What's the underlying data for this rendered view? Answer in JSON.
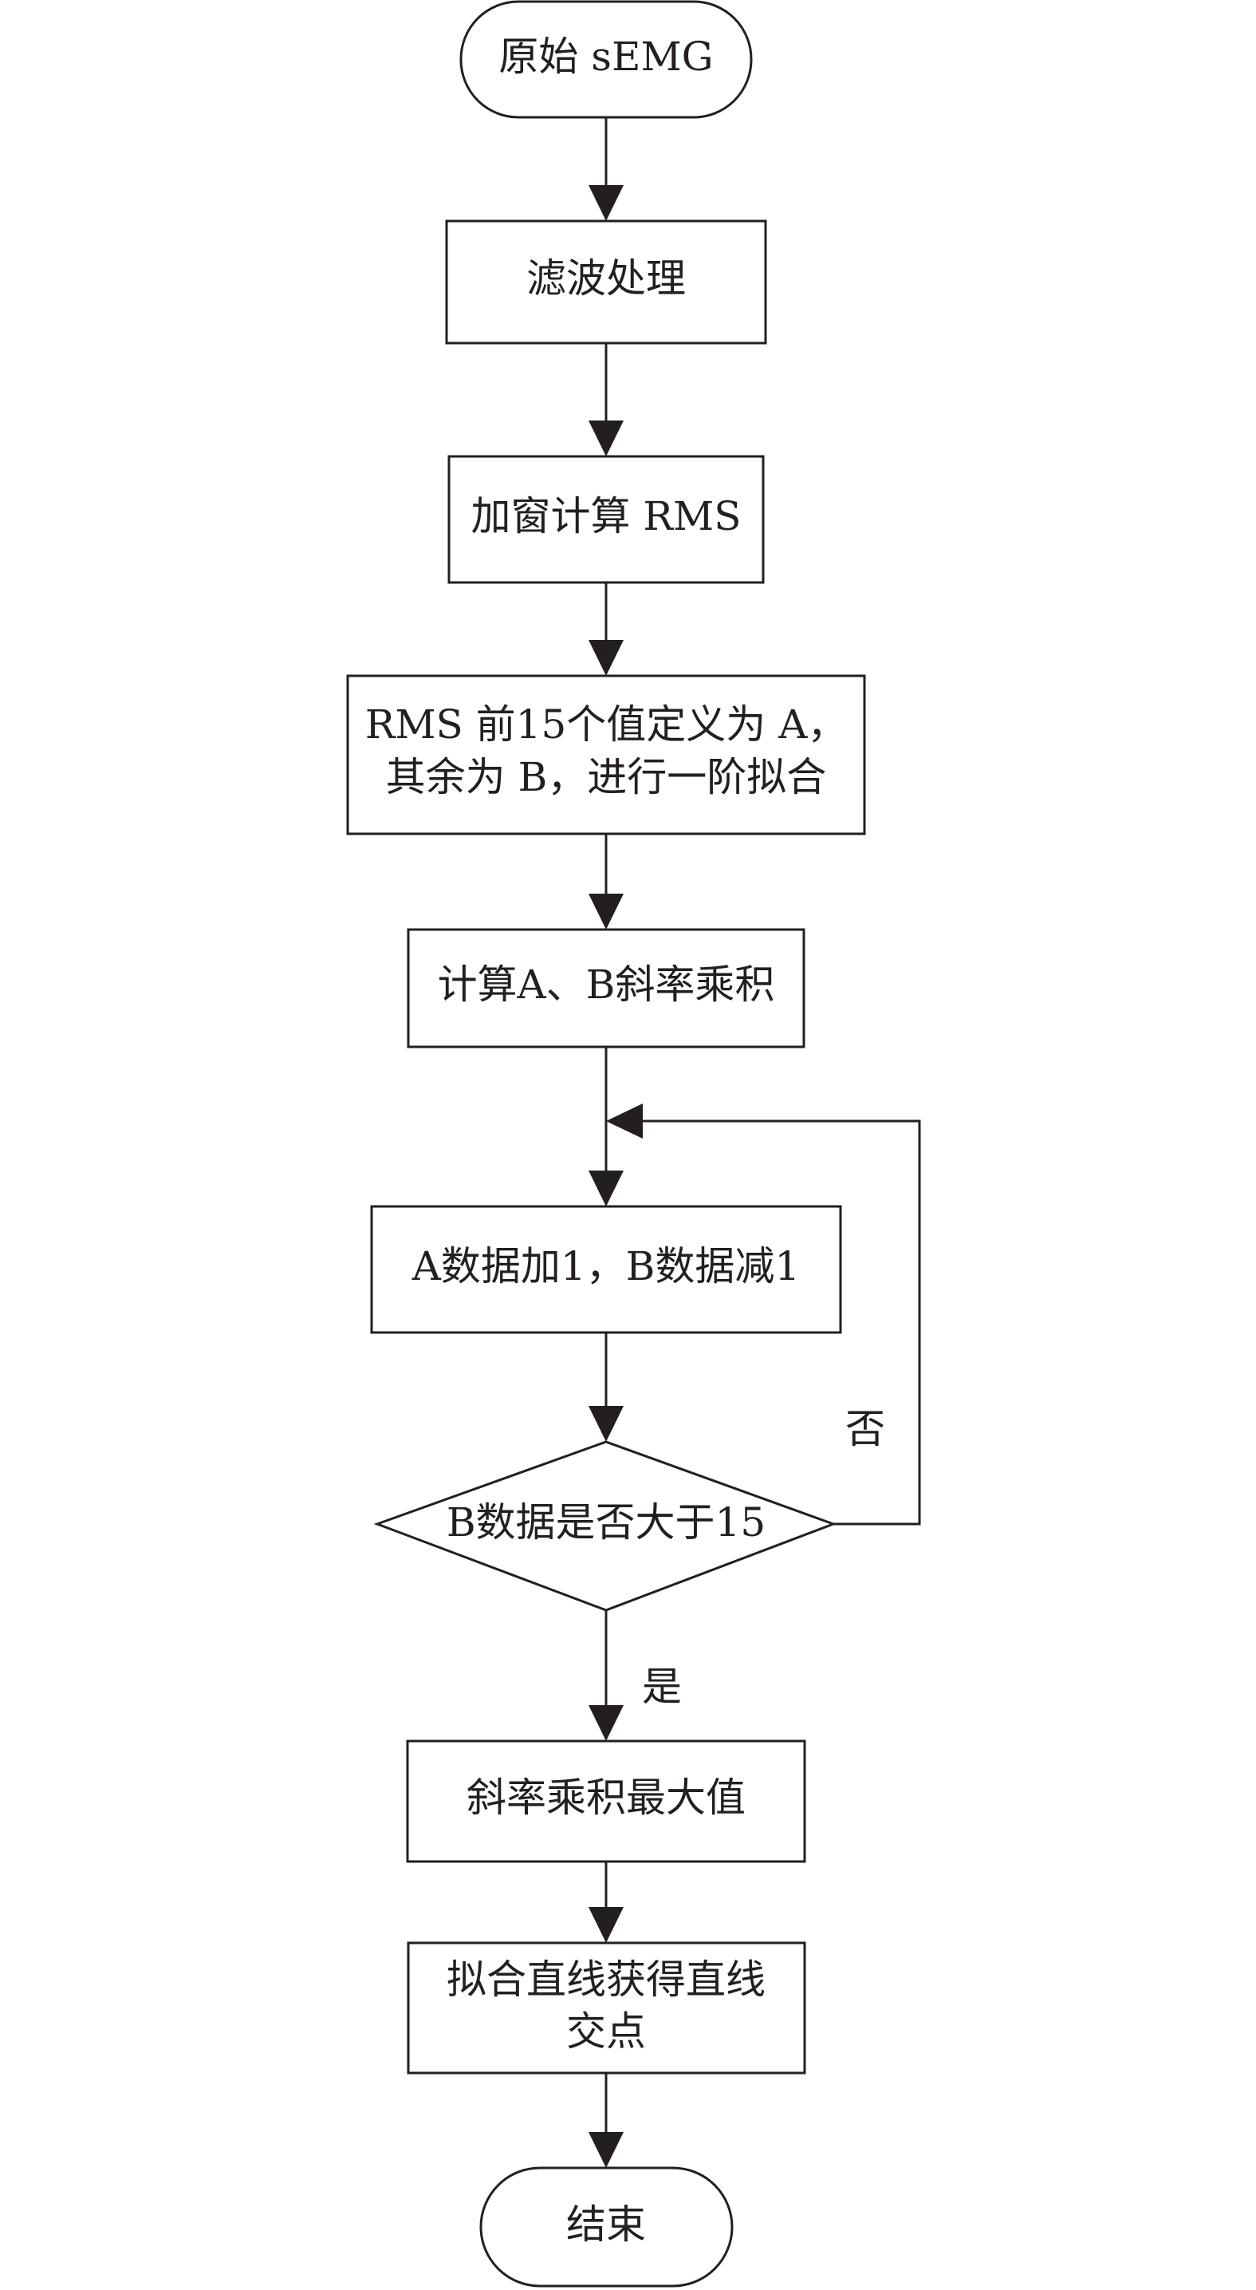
{
  "diagram": {
    "type": "flowchart",
    "nodes": {
      "start": {
        "shape": "terminal",
        "label": "原始 sEMG"
      },
      "filter": {
        "shape": "process",
        "label": "滤波处理"
      },
      "rms": {
        "shape": "process",
        "label": "加窗计算 RMS"
      },
      "define": {
        "shape": "process",
        "line1": "RMS 前15个值定义为 A，",
        "line2": "其余为 B，进行一阶拟合"
      },
      "slope_product": {
        "shape": "process",
        "label": "计算A、B斜率乘积"
      },
      "update": {
        "shape": "process",
        "label": "A数据加1，B数据减1"
      },
      "decision": {
        "shape": "decision",
        "label": "B数据是否大于15"
      },
      "max_value": {
        "shape": "process",
        "label": "斜率乘积最大值"
      },
      "intersect": {
        "shape": "process",
        "line1": "拟合直线获得直线",
        "line2": "交点"
      },
      "end": {
        "shape": "terminal",
        "label": "结束"
      }
    },
    "edge_labels": {
      "no": "否",
      "yes": "是"
    },
    "colors": {
      "stroke": "#231f20",
      "fill": "#ffffff",
      "text": "#231f20"
    }
  }
}
